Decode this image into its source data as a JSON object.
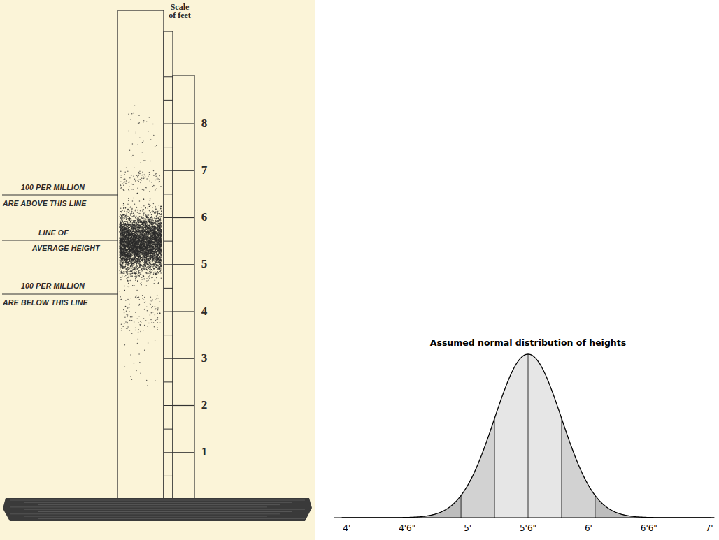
{
  "diagram": {
    "title": "Assumed normal distribution of heights",
    "labels": [
      "Scale of feet",
      "8",
      "7",
      "6",
      "5",
      "4",
      "3",
      "2",
      "1",
      "100 PER MILLION",
      "ARE ABOVE THIS LINE",
      "LINE OF",
      "AVERAGE HEIGHT",
      "100 PER MILLION",
      "ARE BELOW THIS LINE",
      "4'",
      "4'6\"",
      "5'",
      "5'6\"",
      "6'",
      "6'6\"",
      "7'"
    ]
  }
}
